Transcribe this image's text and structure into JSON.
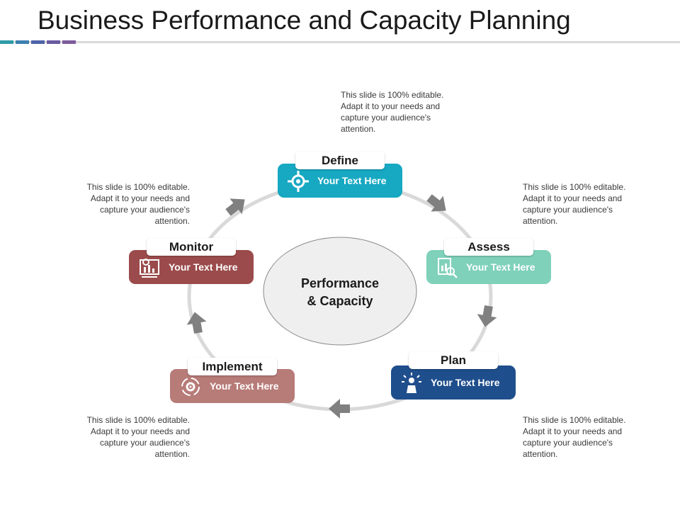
{
  "title": "Business Performance and Capacity Planning",
  "accent_colors": [
    "#2e9aa8",
    "#3c7fb0",
    "#4e63a8",
    "#6a5aa0",
    "#7d5b9c"
  ],
  "center": {
    "line1": "Performance",
    "line2": "& Capacity"
  },
  "stages": [
    {
      "key": "define",
      "label": "Define",
      "text": "Your Text Here",
      "color": "#17a8c2",
      "icon": "target-icon"
    },
    {
      "key": "assess",
      "label": "Assess",
      "text": "Your Text Here",
      "color": "#7fd1b9",
      "icon": "document-search-icon"
    },
    {
      "key": "plan",
      "label": "Plan",
      "text": "Your Text Here",
      "color": "#1f4e8c",
      "icon": "person-idea-icon"
    },
    {
      "key": "implement",
      "label": "Implement",
      "text": "Your Text Here",
      "color": "#b77b78",
      "icon": "gear-cycle-icon"
    },
    {
      "key": "monitor",
      "label": "Monitor",
      "text": "Your Text Here",
      "color": "#9b4b4b",
      "icon": "chart-gear-icon"
    }
  ],
  "notes": {
    "top": "This slide is 100% editable. Adapt it to your needs and capture your audience's attention.",
    "left_upper": "This slide is 100% editable. Adapt it to your needs and capture your audience's attention.",
    "right_upper": "This slide is 100% editable. Adapt it to your needs and capture your audience's attention.",
    "left_lower": "This slide is 100% editable. Adapt it to your needs and capture your audience's attention.",
    "right_lower": "This slide is 100% editable. Adapt it to your needs and capture your audience's attention."
  }
}
